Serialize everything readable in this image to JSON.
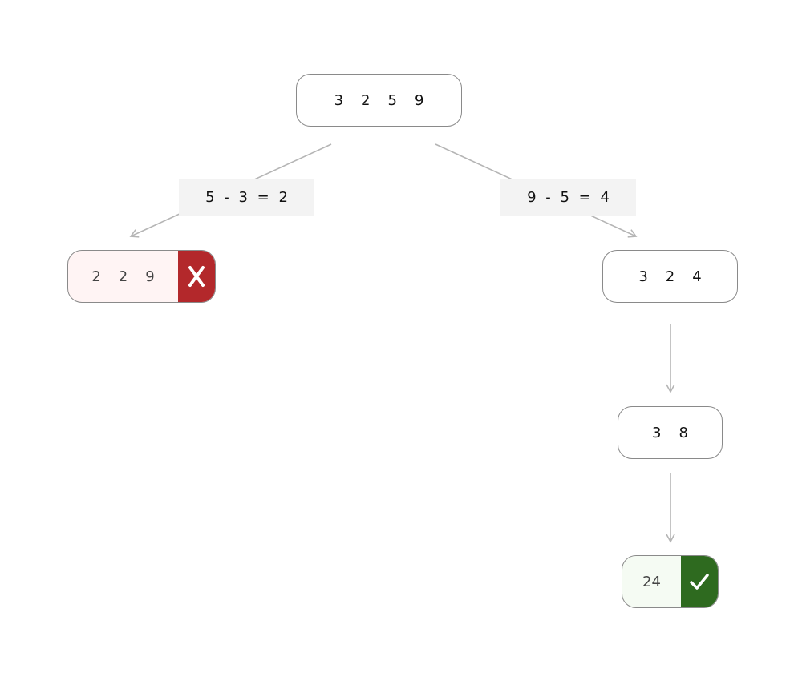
{
  "colors": {
    "edge": "#b5b5b5",
    "node_border": "#8a8a8a",
    "fail_fill": "#fff4f4",
    "fail_badge": "#b3282b",
    "success_fill": "#f5fbf3",
    "success_badge": "#2e6a1f",
    "op_fill": "#f3f3f3"
  },
  "root": {
    "numbers": [
      "3",
      "2",
      "5",
      "9"
    ]
  },
  "left": {
    "operation": "5 - 3 = 2",
    "numbers": [
      "2",
      "2",
      "9"
    ],
    "status_icon": "x-icon"
  },
  "right": {
    "operation": "9 - 5 = 4",
    "numbers": [
      "3",
      "2",
      "4"
    ]
  },
  "step2": {
    "numbers": [
      "3",
      "8"
    ]
  },
  "result": {
    "numbers": [
      "24"
    ],
    "status_icon": "check-icon"
  }
}
